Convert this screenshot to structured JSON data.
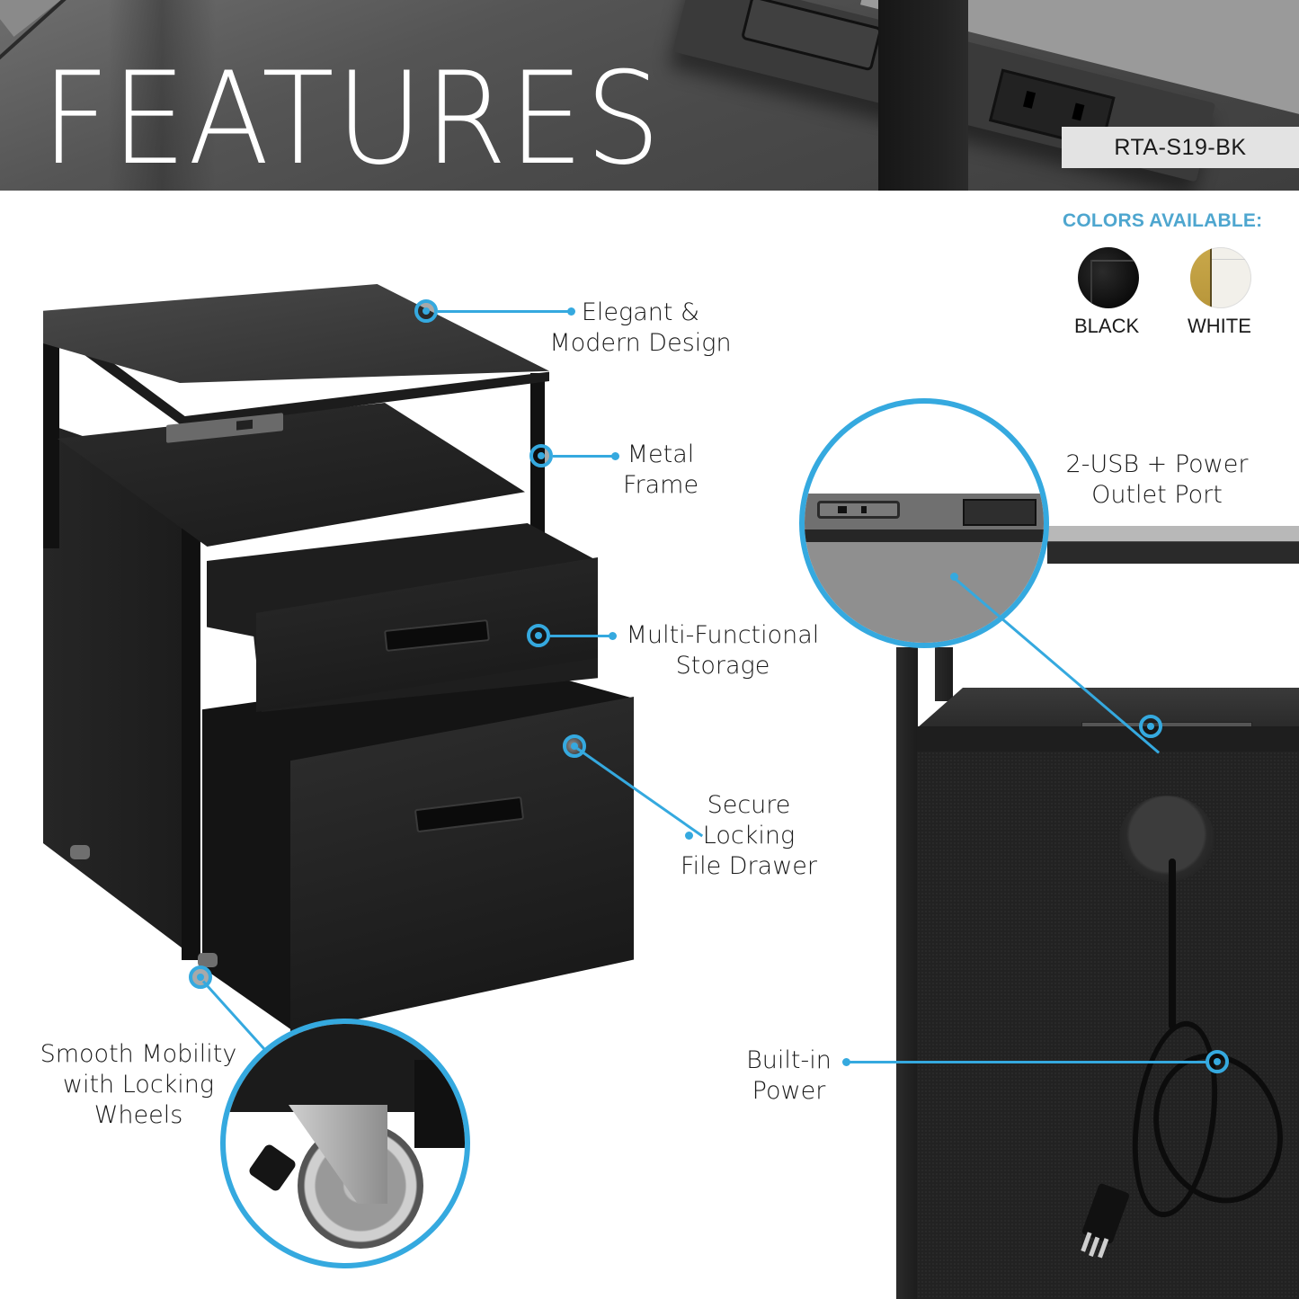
{
  "header": {
    "title": "FEATURES",
    "model_number": "RTA-S19-BK"
  },
  "colors_available": {
    "title": "COLORS AVAILABLE:",
    "options": [
      {
        "label": "BLACK",
        "swatch": "#111111"
      },
      {
        "label": "WHITE",
        "swatch": "#f2f0ea",
        "accent": "#c9a84a"
      }
    ]
  },
  "callouts": [
    {
      "id": "elegant",
      "lines": [
        "Elegant &",
        "Modern Design"
      ]
    },
    {
      "id": "metal-frame",
      "lines": [
        "Metal",
        "Frame"
      ]
    },
    {
      "id": "storage",
      "lines": [
        "Multi-Functional",
        "Storage"
      ]
    },
    {
      "id": "locking",
      "lines": [
        "Secure",
        "Locking",
        "File Drawer"
      ]
    },
    {
      "id": "mobility",
      "lines": [
        "Smooth Mobility",
        "with Locking",
        "Wheels"
      ]
    },
    {
      "id": "usb",
      "lines": [
        "2-USB + Power",
        "Outlet Port"
      ]
    },
    {
      "id": "power",
      "lines": [
        "Built-in",
        "Power"
      ]
    }
  ],
  "theme": {
    "accent": "#35a9df",
    "colors_title": "#4ea6cf",
    "badge_bg": "#e3e3e3"
  }
}
